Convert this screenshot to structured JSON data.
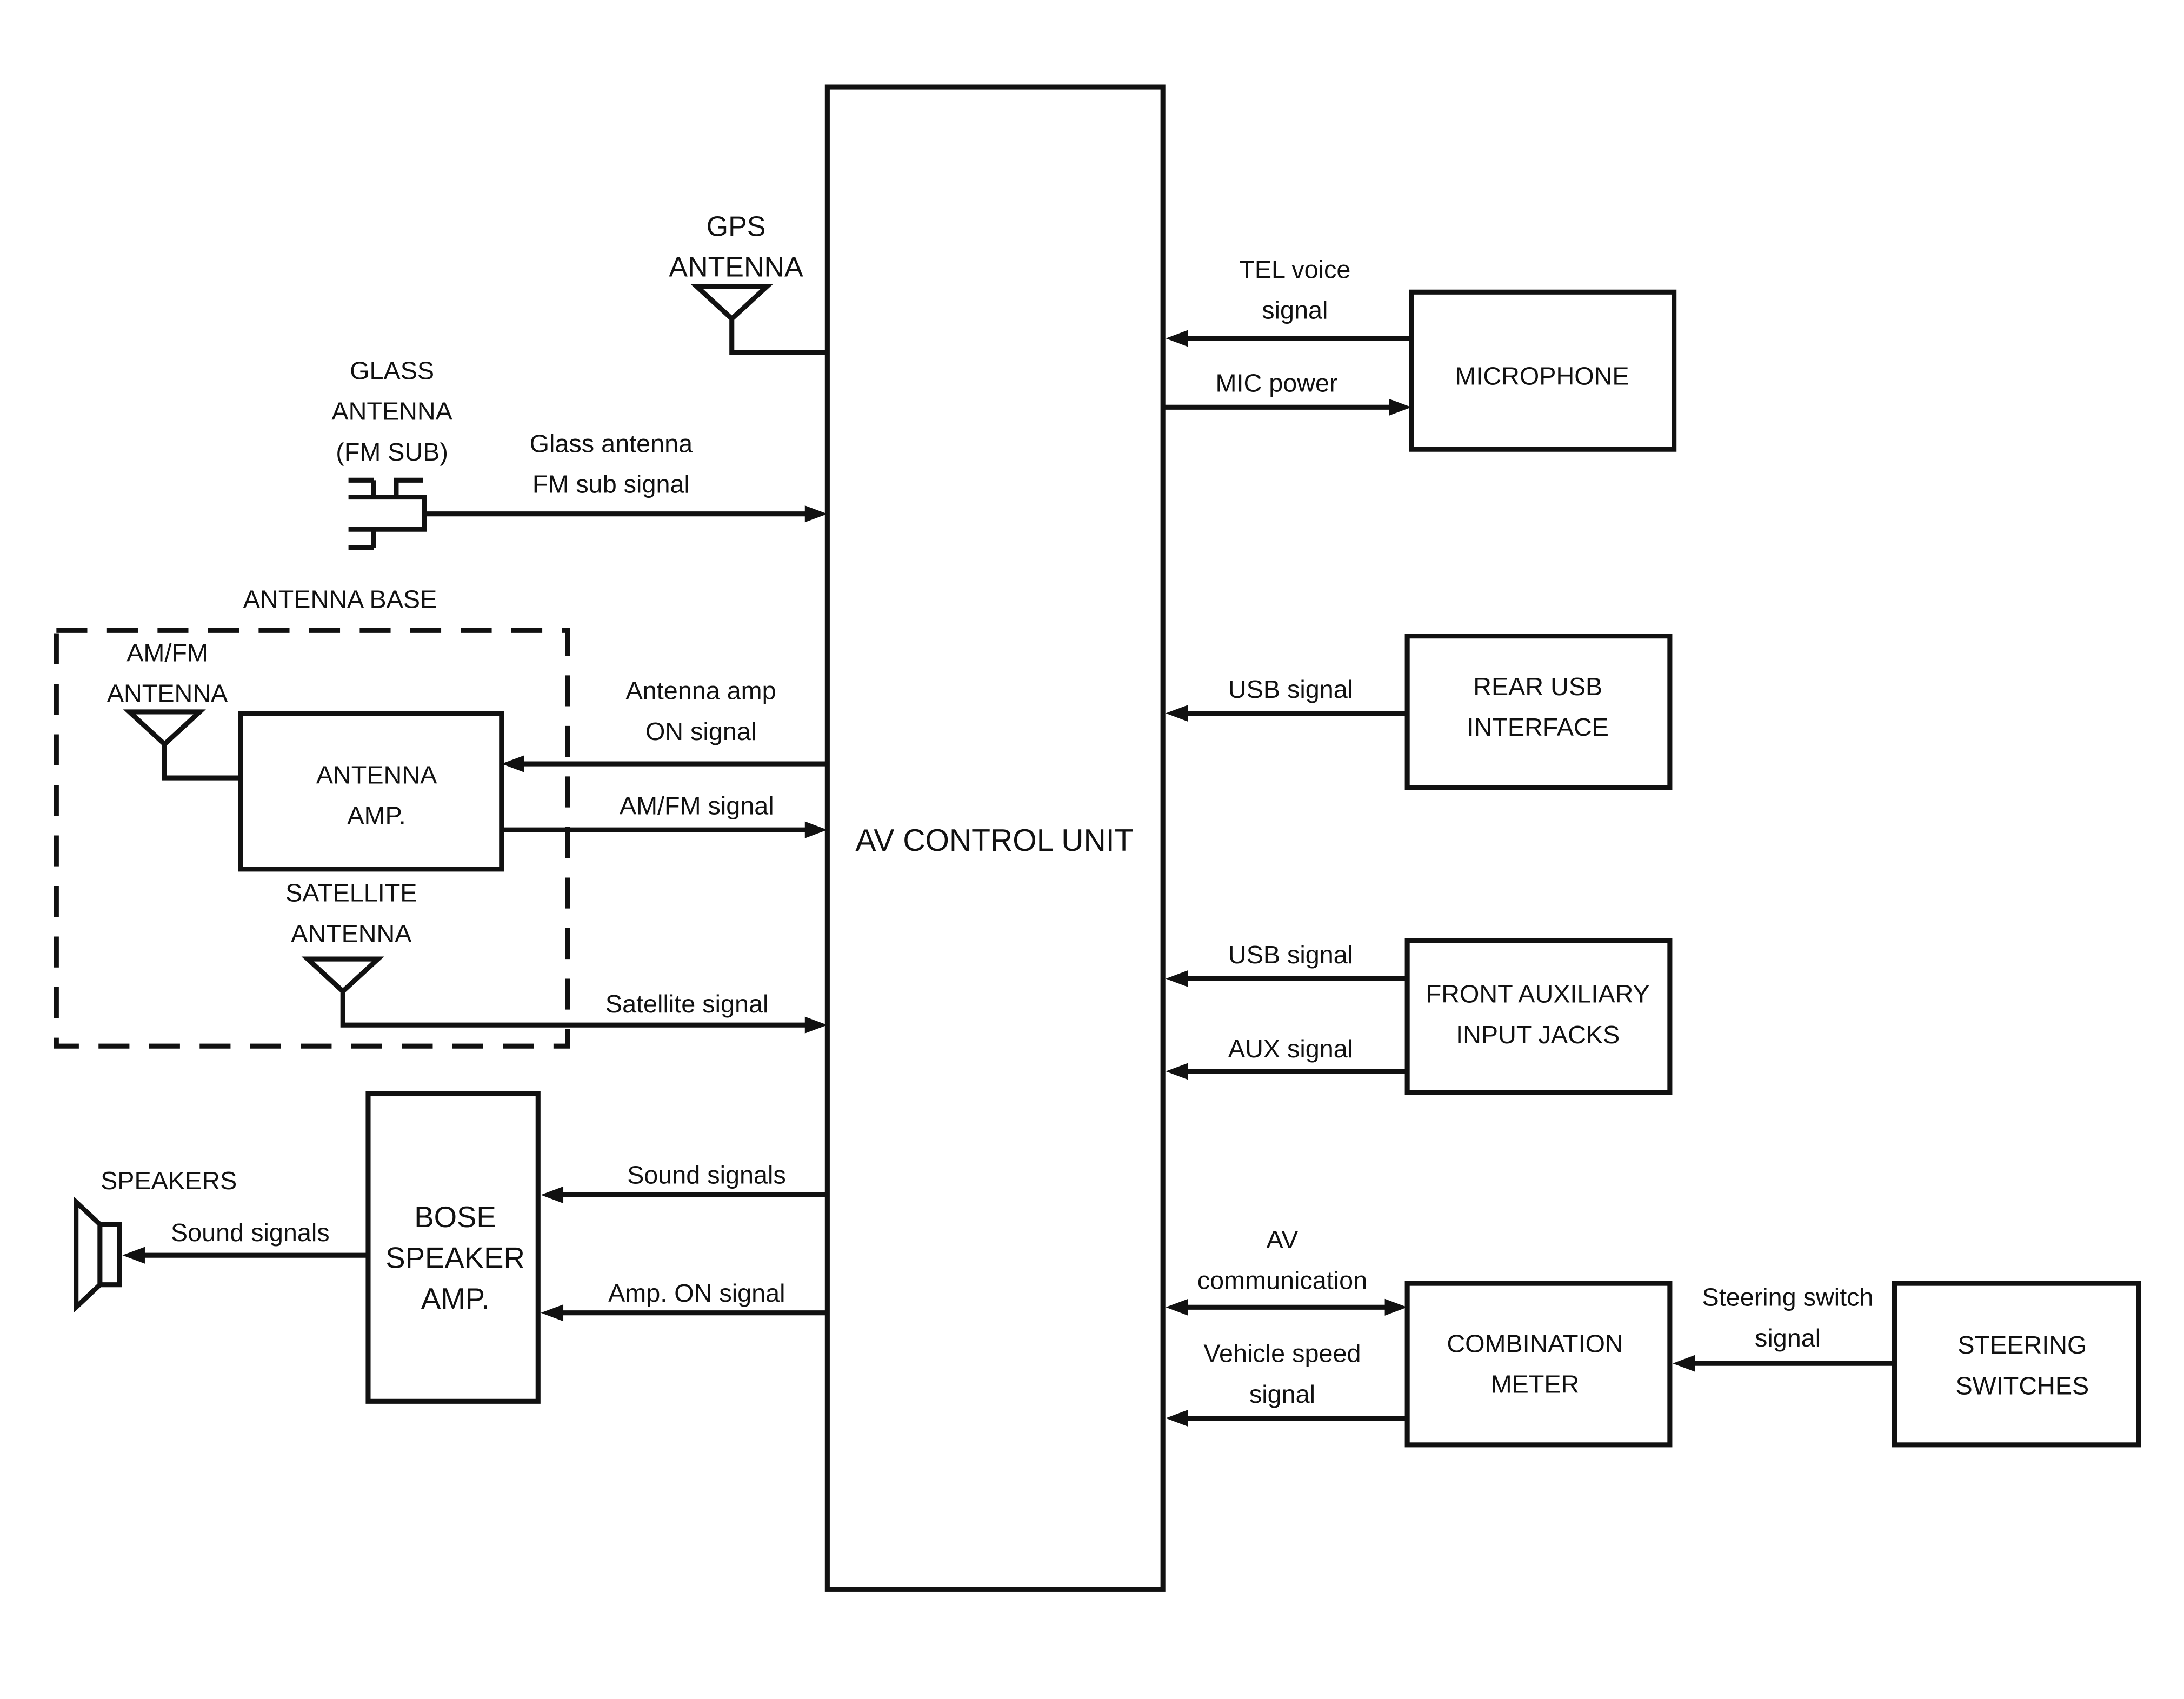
{
  "diagram": {
    "title": "",
    "blocks": {
      "av_control_unit": "AV CONTROL UNIT",
      "gps_antenna": [
        "GPS",
        "ANTENNA"
      ],
      "glass_antenna": [
        "GLASS",
        "ANTENNA",
        "(FM SUB)"
      ],
      "antenna_base": "ANTENNA BASE",
      "am_fm_antenna": [
        "AM/FM",
        "ANTENNA"
      ],
      "antenna_amp": [
        "ANTENNA",
        "AMP."
      ],
      "satellite_antenna": [
        "SATELLITE",
        "ANTENNA"
      ],
      "speakers": "SPEAKERS",
      "bose_speaker_amp": [
        "BOSE",
        "SPEAKER",
        "AMP."
      ],
      "microphone": "MICROPHONE",
      "rear_usb_interface": [
        "REAR USB",
        "INTERFACE"
      ],
      "front_auxiliary_input_jacks": [
        "FRONT AUXILIARY",
        "INPUT JACKS"
      ],
      "combination_meter": [
        "COMBINATION",
        "METER"
      ],
      "steering_switches": [
        "STEERING",
        "SWITCHES"
      ]
    },
    "signals": {
      "glass_antenna_fm_sub": [
        "Glass antenna",
        "FM sub signal"
      ],
      "antenna_amp_on": [
        "Antenna amp",
        "ON signal"
      ],
      "am_fm_signal": "AM/FM signal",
      "satellite_signal": "Satellite signal",
      "sound_signals_to_amp": "Sound signals",
      "amp_on_signal": "Amp. ON signal",
      "sound_signals_to_speakers": "Sound signals",
      "tel_voice_signal": [
        "TEL voice",
        "signal"
      ],
      "mic_power": "MIC power",
      "rear_usb_signal": "USB signal",
      "front_usb_signal": "USB signal",
      "aux_signal": "AUX signal",
      "av_communication": [
        "AV",
        "communication"
      ],
      "vehicle_speed_signal": [
        "Vehicle speed",
        "signal"
      ],
      "steering_switch_signal": [
        "Steering switch",
        "signal"
      ]
    }
  }
}
